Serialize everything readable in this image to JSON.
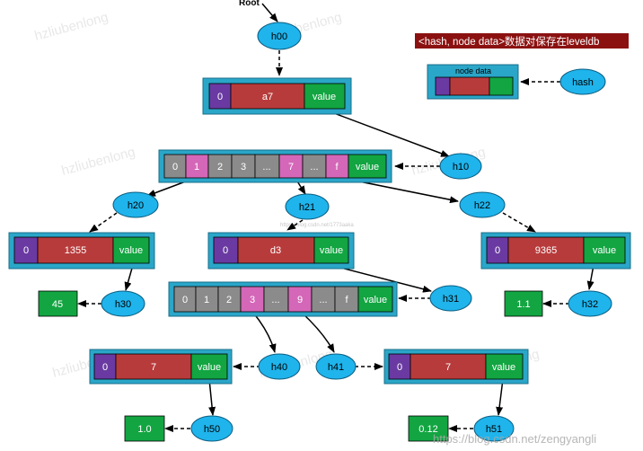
{
  "root_label": "Root",
  "legend": {
    "title": "<hash, node data>数据对保存在leveldb",
    "node_data_label": "node data",
    "hash_label": "hash"
  },
  "watermarks": [
    "hzliubenlong",
    "hzliubenlong",
    "hzliubenlong",
    "hzliubenlong",
    "hzliubenlong",
    "hzliubenlong",
    "hzliubenlong"
  ],
  "footer_watermark": "https://blog.csdn.net/zengyangli",
  "mid_watermark": "https://blog.csdn.net/1773aaka",
  "hashes": {
    "h00": "h00",
    "h10": "h10",
    "h20": "h20",
    "h21": "h21",
    "h22": "h22",
    "h30": "h30",
    "h31": "h31",
    "h32": "h32",
    "h40": "h40",
    "h41": "h41",
    "h50": "h50",
    "h51": "h51"
  },
  "nodes": {
    "n1": {
      "prefix": "0",
      "key": "a7",
      "value": "value"
    },
    "n2": {
      "cells": [
        "0",
        "1",
        "2",
        "3",
        "...",
        "7",
        "...",
        "f"
      ],
      "value": "value"
    },
    "n3": {
      "prefix": "0",
      "key": "1355",
      "value": "value"
    },
    "n4": {
      "prefix": "0",
      "key": "d3",
      "value": "value"
    },
    "n5": {
      "prefix": "0",
      "key": "9365",
      "value": "value"
    },
    "n6": {
      "cells": [
        "0",
        "1",
        "2",
        "3",
        "...",
        "9",
        "...",
        "f"
      ],
      "value": "value"
    },
    "n7": {
      "prefix": "0",
      "key": "7",
      "value": "value"
    },
    "n8": {
      "prefix": "0",
      "key": "7",
      "value": "value"
    }
  },
  "leaves": {
    "v30": "45",
    "v32": "1.1",
    "v50": "1.0",
    "v51": "0.12"
  },
  "colors": {
    "frame": "#2aa6c8",
    "prefix": "#6a3aa2",
    "key": "#b83b3b",
    "value": "#12a541",
    "gray": "#8b8b8b",
    "pink": "#d467b8",
    "hash": "#1fb4ec",
    "legend_bg": "#8b1111"
  }
}
